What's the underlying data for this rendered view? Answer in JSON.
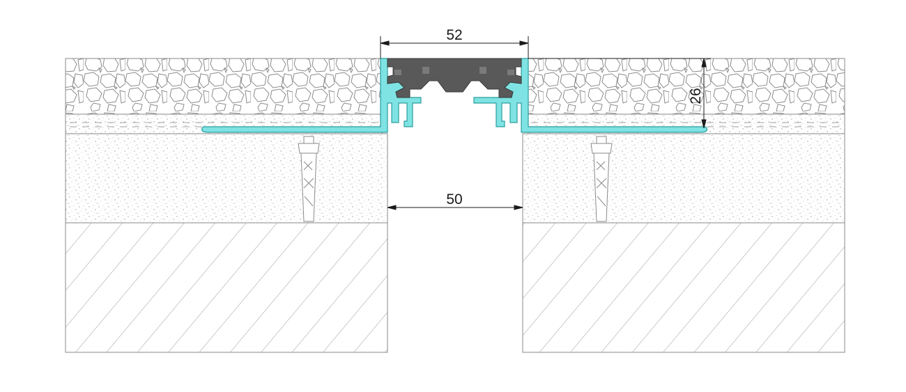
{
  "dimensions": {
    "profile_width": "52",
    "profile_height": "26",
    "joint_gap": "50"
  },
  "colors": {
    "background": "#ffffff",
    "outline": "#8a8a8a",
    "profile_aluminium": "#7fe3e3",
    "profile_aluminium_edge": "#2c9d9d",
    "rubber_insert": "#595959",
    "dimension_line": "#1a1a1a"
  },
  "layers": [
    "tile-pebble-layer",
    "adhesive-bed",
    "screed-layer",
    "concrete-slab"
  ]
}
